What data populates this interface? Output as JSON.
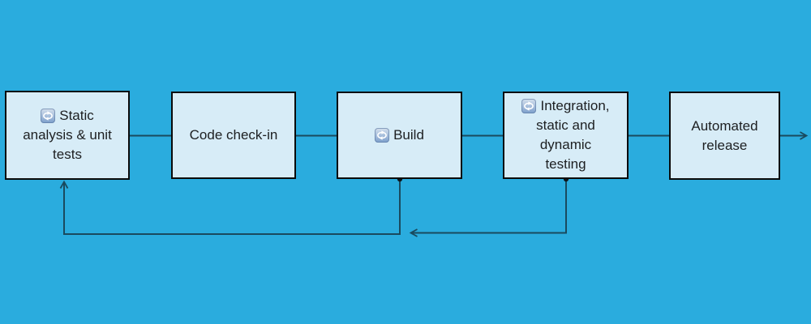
{
  "colors": {
    "background": "#2AACDE",
    "node_fill": "#D7ECF7",
    "node_border": "#0B0B0B",
    "connector": "#1A4A5E",
    "text": "#1D1F21",
    "icon_gradient_top": "#D6E1EE",
    "icon_gradient_bottom": "#7B9ECB"
  },
  "nodes": [
    {
      "id": "static-analysis",
      "label": "Static\nanalysis & unit\ntests",
      "icon": "repeat-icon"
    },
    {
      "id": "code-check-in",
      "label": "Code check-in",
      "icon": null
    },
    {
      "id": "build",
      "label": "Build",
      "icon": "repeat-icon"
    },
    {
      "id": "integration-testing",
      "label": "Integration,\nstatic and\ndynamic\ntesting",
      "icon": "repeat-icon"
    },
    {
      "id": "automated-release",
      "label": "Automated\nrelease",
      "icon": null
    }
  ],
  "edges": [
    {
      "from": "static-analysis",
      "to": "code-check-in",
      "style": "plain"
    },
    {
      "from": "code-check-in",
      "to": "build",
      "style": "plain"
    },
    {
      "from": "build",
      "to": "integration-testing",
      "style": "plain"
    },
    {
      "from": "integration-testing",
      "to": "automated-release",
      "style": "plain"
    },
    {
      "from": "automated-release",
      "to": "offscreen-right",
      "style": "arrow"
    },
    {
      "from": "build",
      "to": "static-analysis",
      "style": "feedback-arrow"
    },
    {
      "from": "integration-testing",
      "to": "build-feedback-junction",
      "style": "feedback-arrow"
    }
  ]
}
